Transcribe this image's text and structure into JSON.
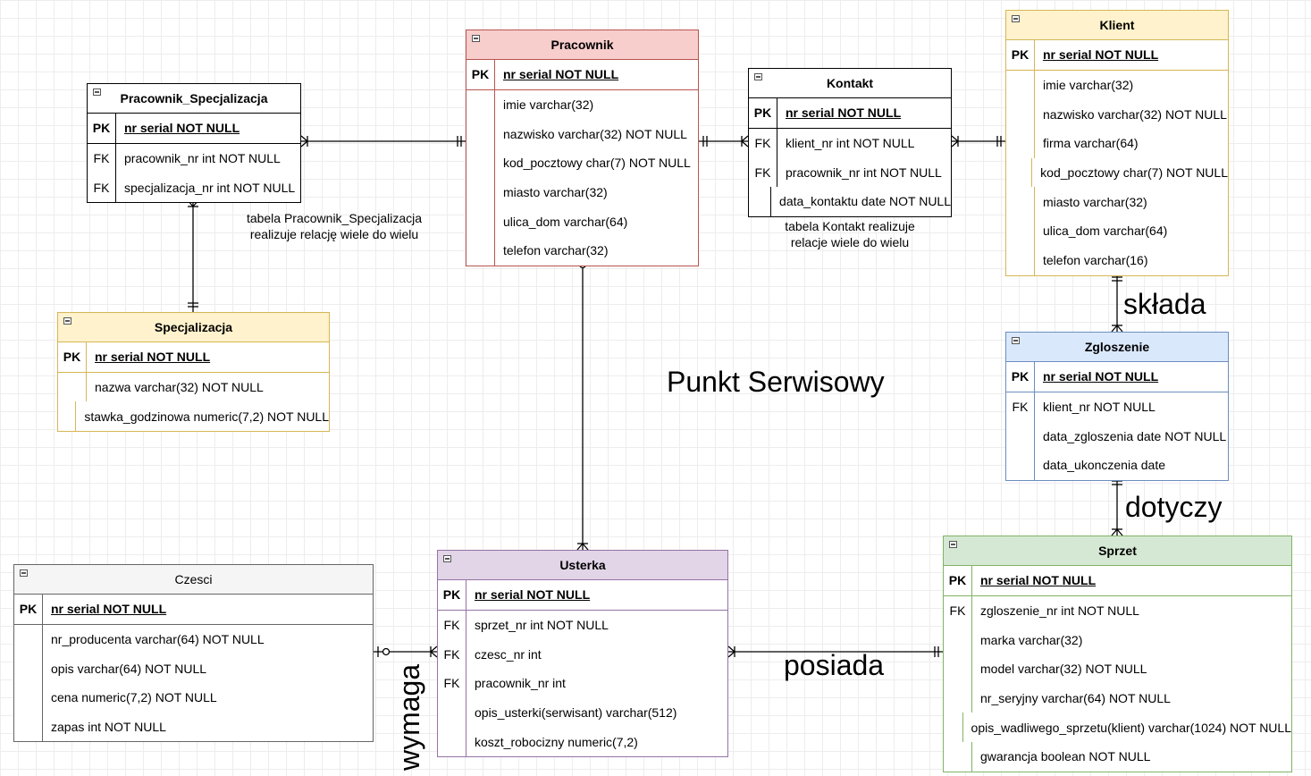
{
  "title": "Punkt Serwisowy",
  "notes": {
    "ps_note_line1": "tabela Pracownik_Specjalizacja",
    "ps_note_line2": "realizuje relację wiele do wielu",
    "kontakt_note_line1": "tabela Kontakt realizuje",
    "kontakt_note_line2": "relacje wiele do wielu"
  },
  "relations": {
    "sklada": "składa",
    "dotyczy": "dotyczy",
    "posiada": "posiada",
    "wymaga": "wymaga"
  },
  "colors": {
    "pracownik": "#f8cecc",
    "pracownik_border": "#b85450",
    "klient": "#fff2cc",
    "klient_border": "#d6b656",
    "specjalizacja": "#fff2cc",
    "specjalizacja_border": "#d6b656",
    "zgloszenie": "#dae8fc",
    "zgloszenie_border": "#6c8ebf",
    "sprzet": "#d5e8d4",
    "sprzet_border": "#82b366",
    "usterka": "#e1d5e7",
    "usterka_border": "#9673a6",
    "czesci": "#f5f5f5",
    "czesci_border": "#666666",
    "neutral_border": "#000000"
  },
  "tables": {
    "pracownik_specjalizacja": {
      "name": "Pracownik_Specjalizacja",
      "rows": [
        {
          "key": "PK",
          "field": "nr serial NOT NULL"
        },
        {
          "key": "FK",
          "field": "pracownik_nr int NOT NULL"
        },
        {
          "key": "FK",
          "field": "specjalizacja_nr int NOT NULL"
        }
      ]
    },
    "pracownik": {
      "name": "Pracownik",
      "rows": [
        {
          "key": "PK",
          "field": "nr serial NOT NULL"
        },
        {
          "key": "",
          "field": "imie varchar(32)"
        },
        {
          "key": "",
          "field": "nazwisko varchar(32) NOT NULL"
        },
        {
          "key": "",
          "field": "kod_pocztowy char(7) NOT NULL"
        },
        {
          "key": "",
          "field": "miasto varchar(32)"
        },
        {
          "key": "",
          "field": "ulica_dom varchar(64)"
        },
        {
          "key": "",
          "field": "telefon varchar(32)"
        }
      ]
    },
    "kontakt": {
      "name": "Kontakt",
      "rows": [
        {
          "key": "PK",
          "field": "nr serial NOT NULL"
        },
        {
          "key": "FK",
          "field": "klient_nr int NOT NULL"
        },
        {
          "key": "FK",
          "field": "pracownik_nr int NOT NULL"
        },
        {
          "key": "",
          "field": "data_kontaktu date NOT NULL"
        }
      ]
    },
    "klient": {
      "name": "Klient",
      "rows": [
        {
          "key": "PK",
          "field": "nr serial NOT NULL"
        },
        {
          "key": "",
          "field": "imie varchar(32)"
        },
        {
          "key": "",
          "field": "nazwisko varchar(32) NOT NULL"
        },
        {
          "key": "",
          "field": "firma varchar(64)"
        },
        {
          "key": "",
          "field": "kod_pocztowy char(7) NOT NULL"
        },
        {
          "key": "",
          "field": "miasto varchar(32)"
        },
        {
          "key": "",
          "field": "ulica_dom varchar(64)"
        },
        {
          "key": "",
          "field": "telefon varchar(16)"
        }
      ]
    },
    "specjalizacja": {
      "name": "Specjalizacja",
      "rows": [
        {
          "key": "PK",
          "field": "nr serial NOT NULL"
        },
        {
          "key": "",
          "field": "nazwa varchar(32) NOT NULL"
        },
        {
          "key": "",
          "field": "stawka_godzinowa numeric(7,2) NOT NULL"
        }
      ]
    },
    "zgloszenie": {
      "name": "Zgloszenie",
      "rows": [
        {
          "key": "PK",
          "field": "nr serial NOT NULL"
        },
        {
          "key": "FK",
          "field": "klient_nr NOT NULL"
        },
        {
          "key": "",
          "field": "data_zgloszenia date NOT NULL"
        },
        {
          "key": "",
          "field": "data_ukonczenia date"
        }
      ]
    },
    "czesci": {
      "name": "Czesci",
      "rows": [
        {
          "key": "PK",
          "field": "nr serial NOT NULL"
        },
        {
          "key": "",
          "field": "nr_producenta varchar(64) NOT NULL"
        },
        {
          "key": "",
          "field": "opis varchar(64) NOT NULL"
        },
        {
          "key": "",
          "field": "cena numeric(7,2) NOT NULL"
        },
        {
          "key": "",
          "field": "zapas int NOT NULL"
        }
      ]
    },
    "usterka": {
      "name": "Usterka",
      "rows": [
        {
          "key": "PK",
          "field": "nr serial NOT NULL"
        },
        {
          "key": "FK",
          "field": "sprzet_nr int NOT NULL"
        },
        {
          "key": "FK",
          "field": "czesc_nr int"
        },
        {
          "key": "FK",
          "field": "pracownik_nr int"
        },
        {
          "key": "",
          "field": "opis_usterki(serwisant) varchar(512)"
        },
        {
          "key": "",
          "field": "koszt_robocizny numeric(7,2)"
        }
      ]
    },
    "sprzet": {
      "name": "Sprzet",
      "rows": [
        {
          "key": "PK",
          "field": "nr serial NOT NULL"
        },
        {
          "key": "FK",
          "field": "zgloszenie_nr int NOT NULL"
        },
        {
          "key": "",
          "field": "marka varchar(32)"
        },
        {
          "key": "",
          "field": "model varchar(32) NOT NULL"
        },
        {
          "key": "",
          "field": "nr_seryjny varchar(64) NOT NULL"
        },
        {
          "key": "",
          "field": "opis_wadliwego_sprzetu(klient) varchar(1024) NOT NULL"
        },
        {
          "key": "",
          "field": "gwarancja boolean NOT NULL"
        }
      ]
    }
  }
}
